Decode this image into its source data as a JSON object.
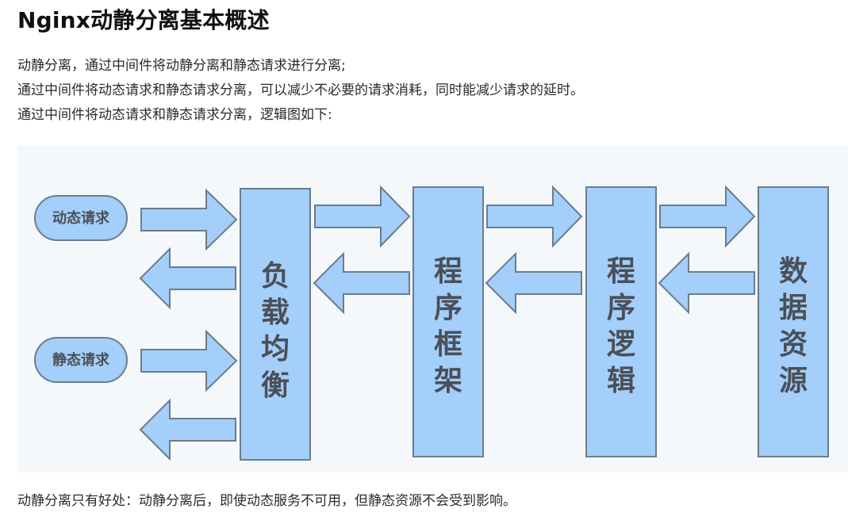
{
  "page": {
    "title": "Nginx动静分离基本概述",
    "paragraphs": [
      "动静分离，通过中间件将动静分离和静态请求进行分离;",
      "通过中间件将动态请求和静态请求分离，可以减少不必要的请求消耗，同时能减少请求的延时。",
      "通过中间件将动态请求和静态请求分离，逻辑图如下:"
    ],
    "footer": "动静分离只有好处：动静分离后，即使动态服务不可用，但静态资源不会受到影响。"
  },
  "diagram": {
    "requests": [
      "动态请求",
      "静态请求"
    ],
    "columns": [
      [
        "负",
        "载",
        "均",
        "衡"
      ],
      [
        "程",
        "序",
        "框",
        "架"
      ],
      [
        "程",
        "序",
        "逻",
        "辑"
      ],
      [
        "数",
        "据",
        "资",
        "源"
      ]
    ],
    "colors": {
      "fill": "#a3cffa",
      "stroke": "#6b7c8c",
      "text": "#4b4f57",
      "background": "#f5f8fb"
    }
  }
}
